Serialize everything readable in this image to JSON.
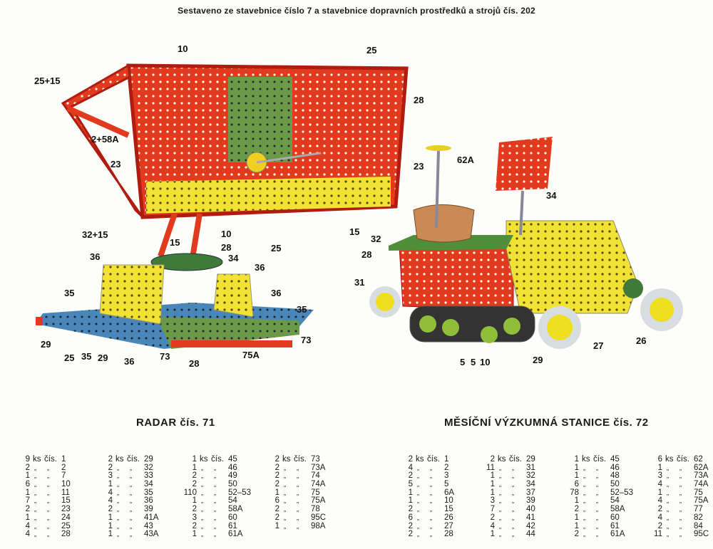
{
  "header": "Sestaveno ze stavebnice číslo 7 a stavebnice dopravních prostředků a strojů čís. 202",
  "models": [
    {
      "title": "RADAR čís. 71",
      "callouts": [
        "10",
        "25",
        "25+15",
        "28",
        "2+58A",
        "23",
        "23",
        "32+15",
        "15",
        "10",
        "25",
        "15",
        "32",
        "28",
        "34",
        "36",
        "36",
        "36",
        "35",
        "35",
        "29",
        "25",
        "35",
        "29",
        "36",
        "73",
        "28",
        "75A",
        "73"
      ],
      "parts": [
        [
          [
            "9",
            "1"
          ],
          [
            "2",
            "2"
          ],
          [
            "1",
            "7"
          ],
          [
            "6",
            "10"
          ],
          [
            "1",
            "11"
          ],
          [
            "7",
            "15"
          ],
          [
            "2",
            "23"
          ],
          [
            "1",
            "24"
          ],
          [
            "4",
            "25"
          ],
          [
            "4",
            "28"
          ]
        ],
        [
          [
            "2",
            "29"
          ],
          [
            "2",
            "32"
          ],
          [
            "3",
            "33"
          ],
          [
            "1",
            "34"
          ],
          [
            "4",
            "35"
          ],
          [
            "4",
            "36"
          ],
          [
            "2",
            "39"
          ],
          [
            "1",
            "41A"
          ],
          [
            "1",
            "43"
          ],
          [
            "1",
            "43A"
          ]
        ],
        [
          [
            "1",
            "45"
          ],
          [
            "1",
            "46"
          ],
          [
            "2",
            "49"
          ],
          [
            "2",
            "50"
          ],
          [
            "110",
            "52–53"
          ],
          [
            "1",
            "54"
          ],
          [
            "2",
            "58A"
          ],
          [
            "3",
            "60"
          ],
          [
            "2",
            "61"
          ],
          [
            "1",
            "61A"
          ]
        ],
        [
          [
            "2",
            "73"
          ],
          [
            "2",
            "73A"
          ],
          [
            "2",
            "74"
          ],
          [
            "2",
            "74A"
          ],
          [
            "1",
            "75"
          ],
          [
            "6",
            "75A"
          ],
          [
            "2",
            "78"
          ],
          [
            "2",
            "95C"
          ],
          [
            "1",
            "98A"
          ]
        ]
      ]
    },
    {
      "title": "MĚSÍČNÍ VÝZKUMNÁ STANICE čís. 72",
      "callouts": [
        "62A",
        "34",
        "28",
        "31",
        "27",
        "26",
        "29",
        "5",
        "5",
        "10"
      ],
      "parts": [
        [
          [
            "2",
            "1"
          ],
          [
            "4",
            "2"
          ],
          [
            "2",
            "3"
          ],
          [
            "5",
            "5"
          ],
          [
            "1",
            "6A"
          ],
          [
            "1",
            "10"
          ],
          [
            "2",
            "15"
          ],
          [
            "6",
            "26"
          ],
          [
            "2",
            "27"
          ],
          [
            "2",
            "28"
          ]
        ],
        [
          [
            "2",
            "29"
          ],
          [
            "11",
            "31"
          ],
          [
            "1",
            "32"
          ],
          [
            "1",
            "34"
          ],
          [
            "1",
            "37"
          ],
          [
            "3",
            "39"
          ],
          [
            "7",
            "40"
          ],
          [
            "2",
            "41"
          ],
          [
            "4",
            "42"
          ],
          [
            "1",
            "44"
          ]
        ],
        [
          [
            "1",
            "45"
          ],
          [
            "1",
            "46"
          ],
          [
            "1",
            "48"
          ],
          [
            "6",
            "50"
          ],
          [
            "78",
            "52–53"
          ],
          [
            "1",
            "54"
          ],
          [
            "2",
            "58A"
          ],
          [
            "1",
            "60"
          ],
          [
            "1",
            "61"
          ],
          [
            "2",
            "61A"
          ]
        ],
        [
          [
            "6",
            "62"
          ],
          [
            "1",
            "62A"
          ],
          [
            "3",
            "73A"
          ],
          [
            "4",
            "74A"
          ],
          [
            "1",
            "75"
          ],
          [
            "4",
            "75A"
          ],
          [
            "2",
            "77"
          ],
          [
            "4",
            "82"
          ],
          [
            "2",
            "84"
          ],
          [
            "11",
            "95C"
          ]
        ]
      ]
    }
  ],
  "labels": {
    "ks": "ks",
    "cis": "čís.",
    "ditto": "„"
  },
  "colors": {
    "red": "#e0321e",
    "yellow": "#f2e234",
    "green": "#5a9a3a",
    "blue": "#3e7bb0",
    "tan": "#c98a55"
  }
}
